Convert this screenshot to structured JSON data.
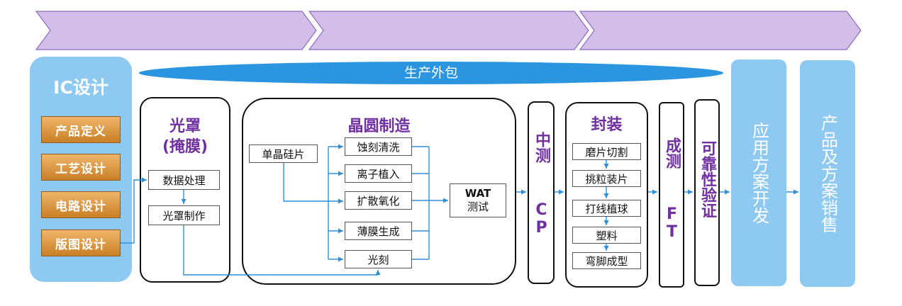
{
  "banner": {
    "chevrons": [
      "",
      "",
      ""
    ],
    "colors": {
      "chevron_fill": "#d3bde9",
      "chevron_stroke": "#8e6bbf"
    }
  },
  "outsourcing": {
    "label": "生产外包",
    "color": "#2b95e0"
  },
  "ic_design": {
    "title": "IC设计",
    "steps": [
      "产品定义",
      "工艺设计",
      "电路设计",
      "版图设计"
    ],
    "colors": {
      "panel": "#8ec9f2",
      "step": "#d8922e"
    }
  },
  "photomask": {
    "title_line1": "光罩",
    "title_line2": "(掩膜)",
    "steps": [
      "数据处理",
      "光罩制作"
    ]
  },
  "wafer_fab": {
    "title": "晶圆制造",
    "input": "单晶硅片",
    "steps": [
      "蚀刻清洗",
      "离子植入",
      "扩散氧化",
      "薄膜生成",
      "光刻"
    ],
    "test_line1": "WAT",
    "test_line2": "测试"
  },
  "cp": {
    "label_cn": "中测",
    "label_en": "CP"
  },
  "packaging": {
    "title": "封装",
    "steps": [
      "磨片切割",
      "挑粒装片",
      "打线植球",
      "塑料",
      "弯脚成型"
    ]
  },
  "ft": {
    "label_cn": "成测",
    "label_en": "FT"
  },
  "reliability": {
    "label": "可靠性验证"
  },
  "app_dev": {
    "label": "应用方案开发"
  },
  "sales": {
    "label": "产品及方案销售"
  },
  "colors": {
    "title_purple": "#7030a0",
    "arrow": "#2f8fd8",
    "blue_column": "#8ec9f2"
  }
}
